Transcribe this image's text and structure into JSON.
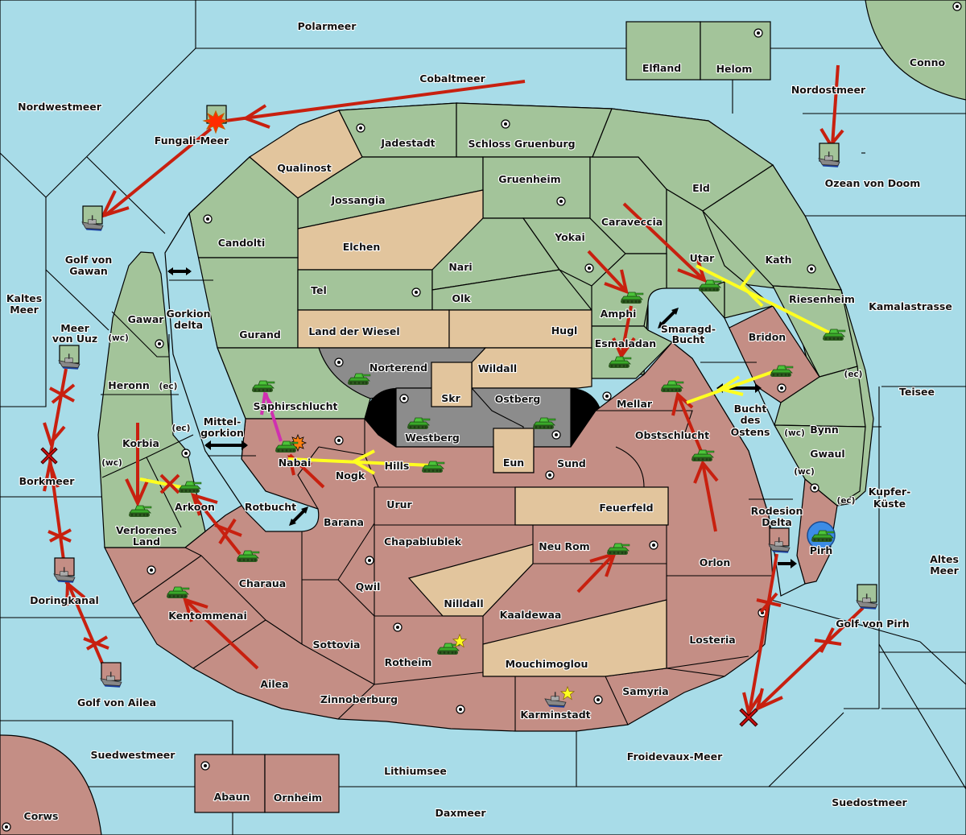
{
  "title": "Diplomacy-style strategy map",
  "colors": {
    "sea": "#a8dce8",
    "green_power": "#a3c49a",
    "red_power": "#c48e85",
    "neutral": "#e2c59d",
    "impassable_grey": "#8c8c8c",
    "move_order": "#c8200f",
    "support_order": "#ffff20",
    "convoy_order": "#d030b0",
    "retreat_marker": "#3c8ce6"
  },
  "regions": {
    "polarmeer": "Polarmeer",
    "cobaltmeer": "Cobaltmeer",
    "nordwestmeer": "Nordwestmeer",
    "fungali_meer": "Fungali-Meer",
    "elfland": "Elfland",
    "helom": "Helom",
    "nordostmeer": "Nordostmeer",
    "conno": "Conno",
    "ozean_von_doom": "Ozean von Doom",
    "jadestadt": "Jadestadt",
    "schloss_gruenburg": "Schloss Gruenburg",
    "qualinost": "Qualinost",
    "gruenheim": "Gruenheim",
    "eld": "Eld",
    "jossangia": "Jossangia",
    "caraveccia": "Caraveccia",
    "candolti": "Candolti",
    "elchen": "Elchen",
    "yokai": "Yokai",
    "golf_von_gawan": "Golf von\nGawan",
    "golf_von_gawan_1": "Golf von",
    "golf_von_gawan_2": "Gawan",
    "nari": "Nari",
    "utar": "Utar",
    "kath": "Kath",
    "tel": "Tel",
    "olk": "Olk",
    "kaltes_meer_1": "Kaltes",
    "kaltes_meer_2": "Meer",
    "amphi": "Amphi",
    "riesenheim": "Riesenheim",
    "kamalastrasse": "Kamalastrasse",
    "gawar": "Gawar",
    "gorkion_delta_1": "Gorkion",
    "gorkion_delta_2": "delta",
    "land_der_wiesel": "Land der Wiesel",
    "hugl": "Hugl",
    "gurand": "Gurand",
    "smaragd_bucht_1": "Smaragd-",
    "smaragd_bucht_2": "Bucht",
    "meer_von_uuz_1": "Meer",
    "meer_von_uuz_2": "von Uuz",
    "bridon": "Bridon",
    "esmaladan": "Esmaladan",
    "norterend": "Norterend",
    "wildall": "Wildall",
    "heronn": "Heronn",
    "teisee": "Teisee",
    "skr": "Skr",
    "ostberg": "Ostberg",
    "mellar": "Mellar",
    "saphirschlucht": "Saphirschlucht",
    "bucht_des_ostens_1": "Bucht",
    "bucht_des_ostens_2": "des",
    "bucht_des_ostens_3": "Ostens",
    "mittelgorkion_1": "Mittel-",
    "mittelgorkion_2": "gorkion",
    "westberg": "Westberg",
    "obstschlucht": "Obstschlucht",
    "bynn": "Bynn",
    "korbia": "Korbia",
    "nabai": "Nabai",
    "eun": "Eun",
    "hills": "Hills",
    "sund": "Sund",
    "gwaul": "Gwaul",
    "nogk": "Nogk",
    "borkmeer": "Borkmeer",
    "arkoon": "Arkoon",
    "rotbucht": "Rotbucht",
    "urur": "Urur",
    "feuerfeld": "Feuerfeld",
    "kupfer_kueste_1": "Kupfer-",
    "kupfer_kueste_2": "Küste",
    "verlorenes_land_1": "Verlorenes",
    "verlorenes_land_2": "Land",
    "barana": "Barana",
    "rodesion_delta_1": "Rodesion",
    "rodesion_delta_2": "Delta",
    "chapablublek": "Chapablublek",
    "neu_rom": "Neu Rom",
    "pirh": "Pirh",
    "orlon": "Orlon",
    "altes_meer_1": "Altes",
    "altes_meer_2": "Meer",
    "charaua": "Charaua",
    "qwil": "Qwil",
    "doringkanal": "Doringkanal",
    "nilldall": "Nilldall",
    "kentommenai": "Kentommenai",
    "kaaldewaa": "Kaaldewaa",
    "golf_von_pirh": "Golf von Pirh",
    "losteria": "Losteria",
    "sottovia": "Sottovia",
    "rotheim": "Rotheim",
    "mouchimoglou": "Mouchimoglou",
    "ailea": "Ailea",
    "samyria": "Samyria",
    "golf_von_ailea": "Golf von Ailea",
    "zinnoberburg": "Zinnoberburg",
    "karminstadt": "Karminstadt",
    "suedwestmeer": "Suedwestmeer",
    "froidevaux_meer": "Froidevaux-Meer",
    "lithiumsee": "Lithiumsee",
    "abaun": "Abaun",
    "ornheim": "Ornheim",
    "suedostmeer": "Suedostmeer",
    "daxmeer": "Daxmeer",
    "corws": "Corws"
  },
  "coasts": {
    "wc": "(wc)",
    "ec": "(ec)"
  },
  "units": [
    {
      "type": "fleet",
      "owner": "green",
      "location": "Fungali-Meer",
      "status": "dislodged"
    },
    {
      "type": "fleet",
      "owner": "green",
      "location": "Golf von Gawan"
    },
    {
      "type": "fleet",
      "owner": "green",
      "location": "Ozean von Doom"
    },
    {
      "type": "fleet",
      "owner": "green",
      "location": "Meer von Uuz"
    },
    {
      "type": "fleet",
      "owner": "red",
      "location": "Doringkanal"
    },
    {
      "type": "fleet",
      "owner": "red",
      "location": "Golf von Ailea"
    },
    {
      "type": "fleet",
      "owner": "red",
      "location": "Rodesion Delta"
    },
    {
      "type": "fleet",
      "owner": "green",
      "location": "Golf von Pirh"
    },
    {
      "type": "fleet",
      "owner": "red",
      "location": "Karminstadt",
      "status": "built"
    },
    {
      "type": "army",
      "owner": "green",
      "location": "Amphi"
    },
    {
      "type": "army",
      "owner": "green",
      "location": "Esmaladan"
    },
    {
      "type": "army",
      "owner": "green",
      "location": "Utar"
    },
    {
      "type": "army",
      "owner": "green",
      "location": "Riesenheim"
    },
    {
      "type": "army",
      "owner": "green",
      "location": "Bridon"
    },
    {
      "type": "army",
      "owner": "green",
      "location": "Mellar"
    },
    {
      "type": "army",
      "owner": "green",
      "location": "Obstschlucht"
    },
    {
      "type": "army",
      "owner": "green",
      "location": "Norterend"
    },
    {
      "type": "army",
      "owner": "green",
      "location": "Westberg"
    },
    {
      "type": "army",
      "owner": "green",
      "location": "Ostberg"
    },
    {
      "type": "army",
      "owner": "green",
      "location": "Saphirschlucht"
    },
    {
      "type": "army",
      "owner": "green",
      "location": "Nabai",
      "status": "dislodged"
    },
    {
      "type": "army",
      "owner": "green",
      "location": "Hills"
    },
    {
      "type": "army",
      "owner": "green",
      "location": "Arkoon"
    },
    {
      "type": "army",
      "owner": "green",
      "location": "Verlorenes Land"
    },
    {
      "type": "army",
      "owner": "green",
      "location": "Charaua"
    },
    {
      "type": "army",
      "owner": "green",
      "location": "Kentommenai"
    },
    {
      "type": "army",
      "owner": "green",
      "location": "Neu Rom"
    },
    {
      "type": "army",
      "owner": "green",
      "location": "Rotheim",
      "status": "built"
    },
    {
      "type": "army",
      "owner": "green",
      "location": "Pirh",
      "status": "retreat"
    }
  ],
  "legend_icons": {
    "supply_center": "supply-center-icon",
    "army": "tank-icon",
    "fleet": "ship-icon",
    "failed_order": "cross-icon",
    "bounce": "x-mark-icon",
    "explosion": "explosion-icon",
    "build_star": "star-icon",
    "canal": "double-arrow-icon"
  }
}
